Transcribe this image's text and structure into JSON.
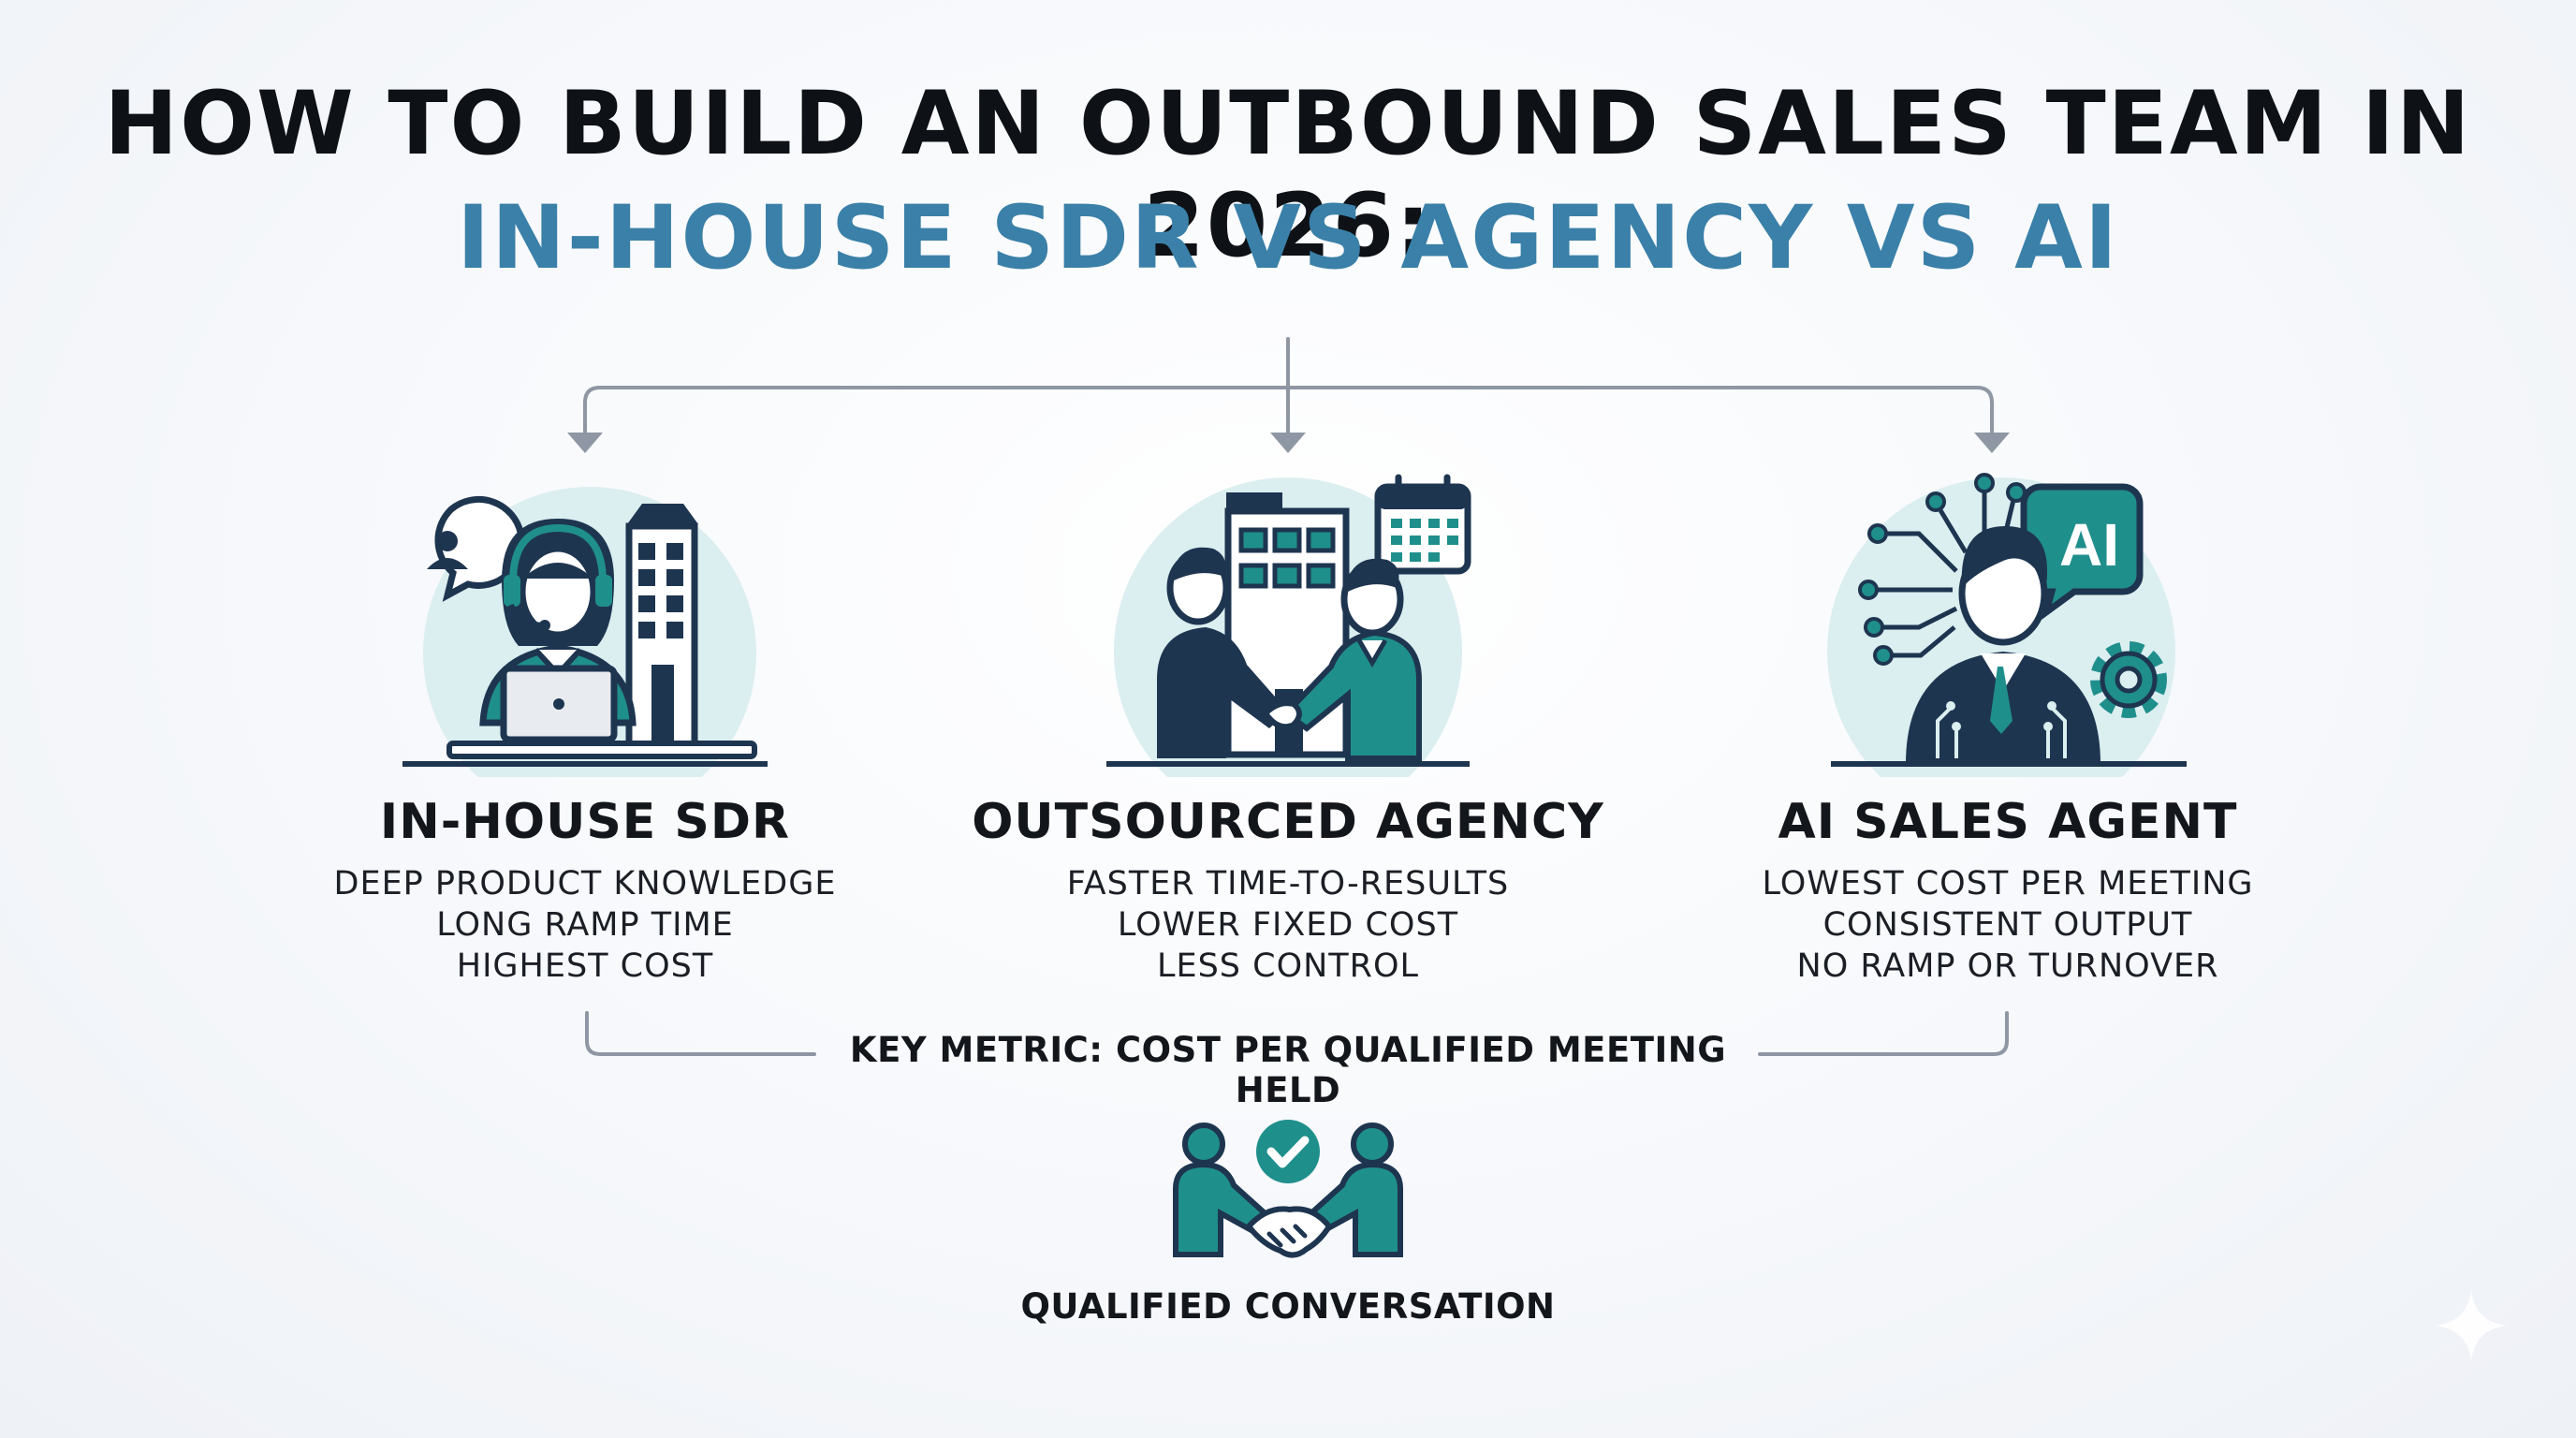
{
  "title": {
    "line1": "HOW TO BUILD AN OUTBOUND SALES TEAM IN 2026:",
    "line2": "IN-HOUSE SDR VS AGENCY VS AI"
  },
  "columns": [
    {
      "icon": "sdr-agent-icon",
      "title": "IN-HOUSE SDR",
      "points": [
        "DEEP PRODUCT KNOWLEDGE",
        "LONG RAMP TIME",
        "HIGHEST COST"
      ]
    },
    {
      "icon": "agency-handshake-icon",
      "title": "OUTSOURCED AGENCY",
      "points": [
        "FASTER TIME-TO-RESULTS",
        "LOWER FIXED COST",
        "LESS CONTROL"
      ]
    },
    {
      "icon": "ai-agent-icon",
      "ai_badge": "AI",
      "title": "AI SALES AGENT",
      "points": [
        "LOWEST COST PER MEETING",
        "CONSISTENT OUTPUT",
        "NO RAMP OR TURNOVER"
      ]
    }
  ],
  "key_metric": "KEY METRIC: COST PER QUALIFIED MEETING HELD",
  "outcome": {
    "icon": "qualified-handshake-icon",
    "label": "QUALIFIED CONVERSATION"
  },
  "colors": {
    "accent_blue": "#3a80a8",
    "teal": "#1f8f8c",
    "navy": "#1e3550",
    "connector": "#8e97a3"
  }
}
